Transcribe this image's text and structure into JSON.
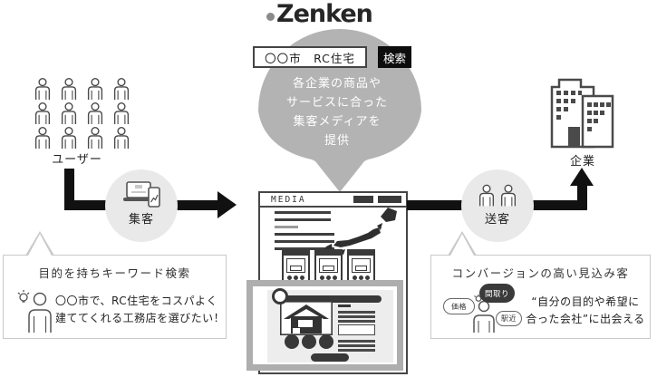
{
  "logo": {
    "text": "Zenken"
  },
  "search_demo": {
    "query": "〇〇市　RC住宅",
    "button_label": "検索"
  },
  "balloon": {
    "text": "各企業の商品や\nサービスに合った\n集客メディアを\n提供"
  },
  "users": {
    "label": "ユーザー"
  },
  "shukyaku": {
    "label": "集客"
  },
  "sokyaku": {
    "label": "送客"
  },
  "company": {
    "label": "企業"
  },
  "media_site": {
    "title": "MEDIA"
  },
  "left_bubble": {
    "title": "目的を持ちキーワード検索",
    "body": "〇〇市で、RC住宅をコスパよく\n建ててくれる工務店を選びたい！"
  },
  "right_bubble": {
    "title": "コンバージョンの高い見込み客",
    "body": "“自分の目的や希望に\n合った会社”に出会える",
    "tags": [
      "価格",
      "間取り",
      "駅近"
    ]
  },
  "colors": {
    "balloon_gray": "#b3b3b3",
    "circle_gray": "#e9e9e9",
    "arrow_black": "#111111",
    "ink": "#3a3a3a",
    "highlight_border": "#aeaeae",
    "bubble_border": "#c9c9c9"
  }
}
